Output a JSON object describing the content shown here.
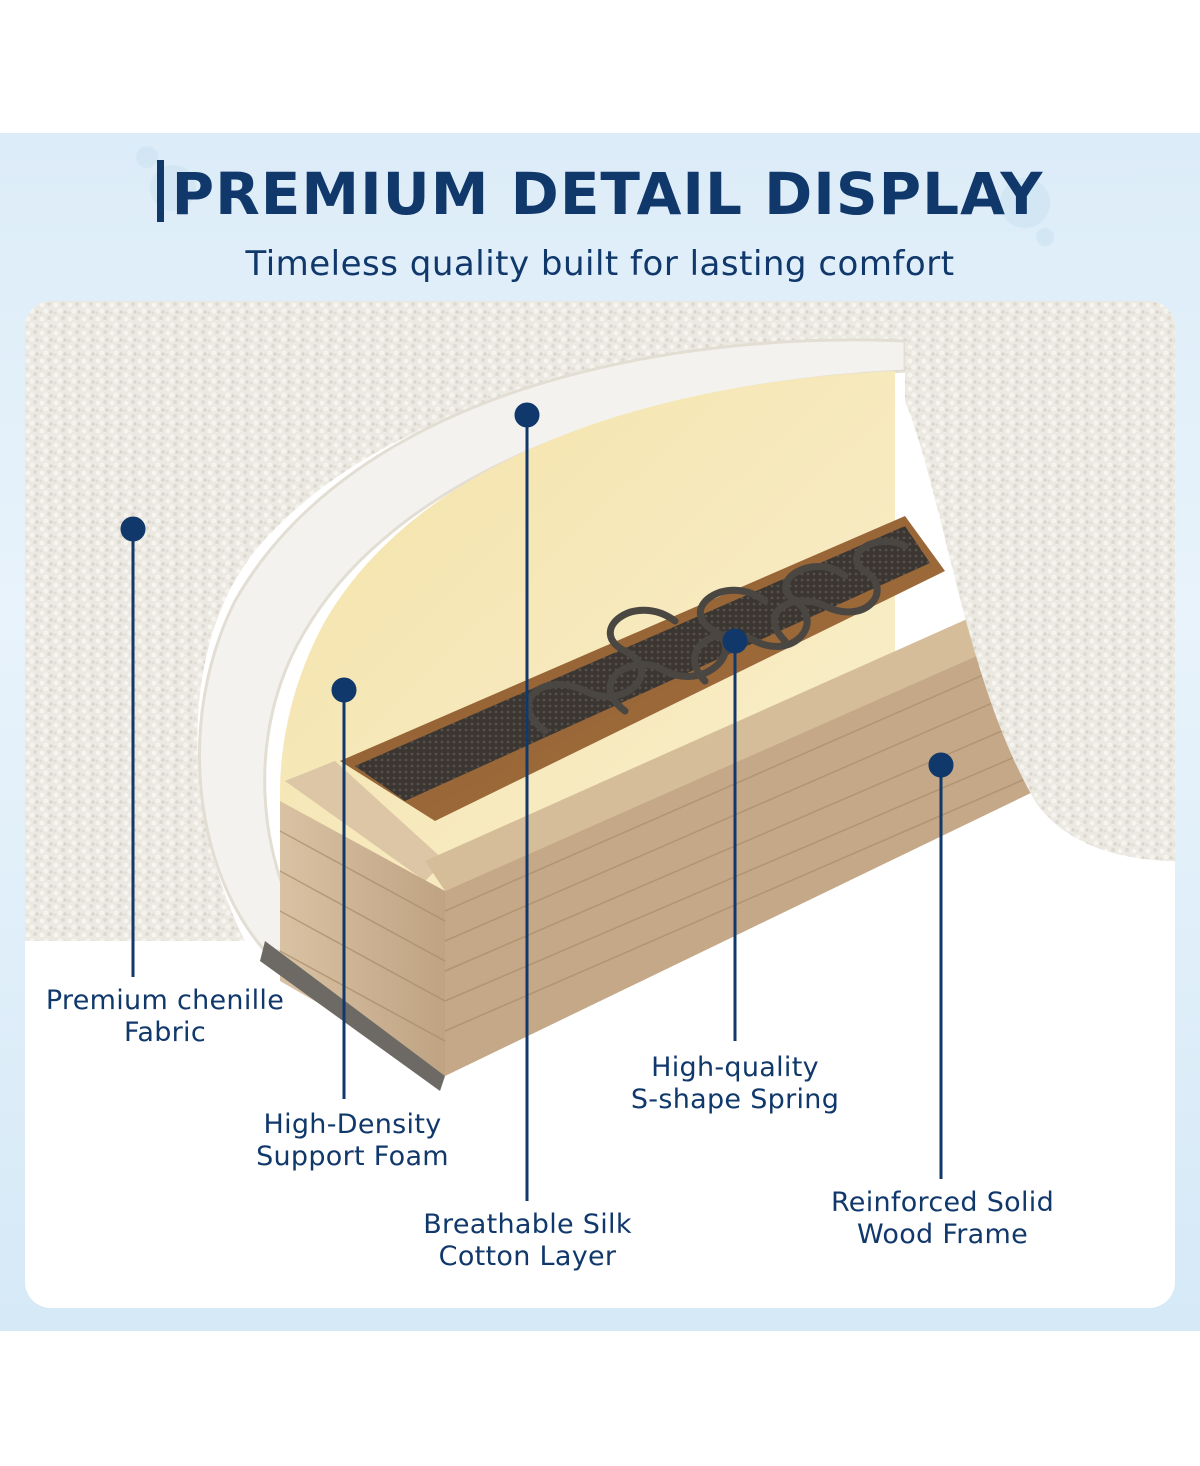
{
  "header": {
    "title": "PREMIUM DETAIL DISPLAY",
    "subtitle": "Timeless quality built for lasting comfort"
  },
  "callouts": [
    {
      "line1": "Premium chenille",
      "line2": "Fabric"
    },
    {
      "line1": "High-Density",
      "line2": "Support Foam"
    },
    {
      "line1": "Breathable Silk",
      "line2": "Cotton Layer"
    },
    {
      "line1": "High-quality",
      "line2": "S-shape Spring"
    },
    {
      "line1": "Reinforced Solid",
      "line2": "Wood Frame"
    }
  ],
  "colors": {
    "accent": "#10386b",
    "band": "#dcecf8",
    "fabric": "#ebe8e1",
    "foam": "#f4e6b6",
    "wood": "#cbb293"
  }
}
